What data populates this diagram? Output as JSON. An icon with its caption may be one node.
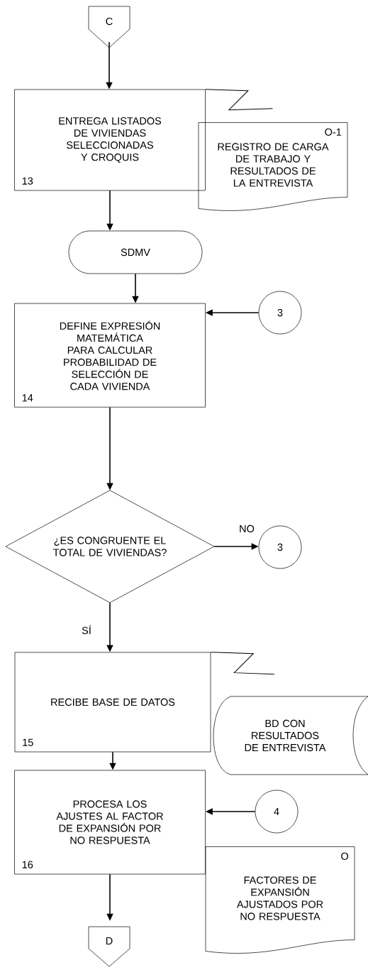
{
  "diagram": {
    "nodes": [
      {
        "text": [
          "C"
        ]
      },
      {
        "text": [
          "ENTREGA LISTADOS DE VIVIENDAS SELECCIONADAS Y CROQUIS",
          "13"
        ]
      },
      {
        "text": [
          "O-1",
          "REGISTRO DE CARGA DE TRABAJO Y RESULTADOS DE LA ENTREVISTA"
        ]
      },
      {
        "text": [
          "SDMV"
        ]
      },
      {
        "text": [
          "DEFINE EXPRESIÓN MATEMÁTICA PARA CALCULAR PROBABILIDAD DE SELECCIÓN DE CADA VIVIENDA",
          "14"
        ]
      },
      {
        "text": [
          "3"
        ]
      },
      {
        "text": [
          "¿ES CONGRUENTE EL TOTAL DE VIVIENDAS?"
        ]
      },
      {
        "text": [
          "3"
        ]
      },
      {
        "text": [
          "RECIBE BASE DE DATOS",
          "15"
        ]
      },
      {
        "text": [
          "BD CON RESULTADOS DE ENTREVISTA"
        ]
      },
      {
        "text": [
          "PROCESA LOS AJUSTES AL FACTOR DE EXPANSIÓN POR NO RESPUESTA",
          "16"
        ]
      },
      {
        "text": [
          "4"
        ]
      },
      {
        "text": [
          "O",
          "FACTORES DE EXPANSIÓN AJUSTADOS POR NO RESPUESTA"
        ]
      },
      {
        "text": [
          "D"
        ]
      }
    ],
    "edges": [
      {
        "from": 0,
        "to": 1,
        "arrow": "to"
      },
      {
        "from": 1,
        "to": 2,
        "arrow": "none"
      },
      {
        "from": 1,
        "to": 3,
        "arrow": "to"
      },
      {
        "from": 3,
        "to": 4,
        "arrow": "to"
      },
      {
        "from": 5,
        "to": 4,
        "arrow": "to"
      },
      {
        "from": 4,
        "to": 6,
        "arrow": "to"
      },
      {
        "from": 6,
        "to": 7,
        "arrow": "to",
        "label": "NO"
      },
      {
        "from": 6,
        "to": 8,
        "arrow": "to",
        "label": "SÍ"
      },
      {
        "from": 8,
        "to": 9,
        "arrow": "none"
      },
      {
        "from": 8,
        "to": 10,
        "arrow": "to"
      },
      {
        "from": 11,
        "to": 10,
        "arrow": "to"
      },
      {
        "from": 10,
        "to": 13,
        "arrow": "to"
      }
    ]
  }
}
